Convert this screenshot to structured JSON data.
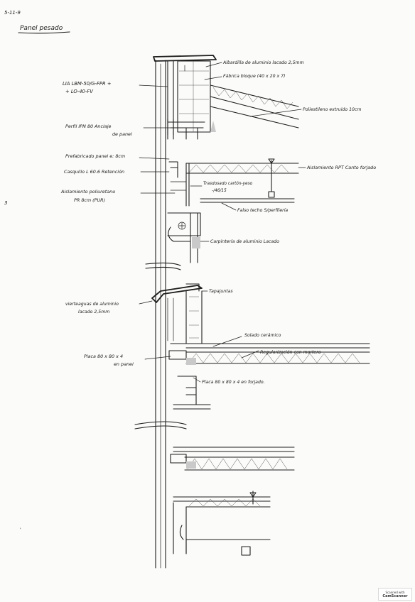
{
  "sheet": {
    "number": "5-11-9",
    "title": "Panel pesado",
    "margin_mark": "3"
  },
  "labels": {
    "albardilla": "Albardilla de aluminio lacado 2,5mm",
    "fabrica_bloque": "Fábrica bloque (40 x 20 x 7)",
    "poliestireno": "Poliestileno extruido 10cm",
    "lia": "LIA LBM-50/G-FPR +",
    "lia_2": "+ LO-40-FV",
    "perfil_ipn": "Perfil IPN 80 Anclaje",
    "perfil_ipn_2": "de panel",
    "prefabricado": "Prefabricado panel e: 8cm",
    "casquillo": "Casquillo L 60.6 Retención",
    "aislamiento_rpt": "Aislamiento RPT Canto forjado",
    "aislamiento_pur": "Aislamiento poliuretano",
    "aislamiento_pur_2": "PR 8cm (PUR)",
    "trasdosado": "Trasdosado cartón-yeso",
    "trasdosado_2": "-/46/15",
    "falso_techo": "Falso techo S/perfilería",
    "carpinteria": "Carpintería de aluminio Lacado",
    "vierteaguas": "vierteaguas de aluminio",
    "vierteaguas_2": "lacado 2,5mm",
    "tapajuntas": "Tapajuntas",
    "solado": "Solado cerámico",
    "regularizacion": "Regularización con mortero",
    "placa_panel": "Placa 80 x 80 x 4",
    "placa_panel_2": "en panel",
    "placa_forjado": "Placa 80 x 80 x 4 en forjado."
  },
  "badge": {
    "line1": "Scanned with",
    "line2": "CamScanner"
  }
}
